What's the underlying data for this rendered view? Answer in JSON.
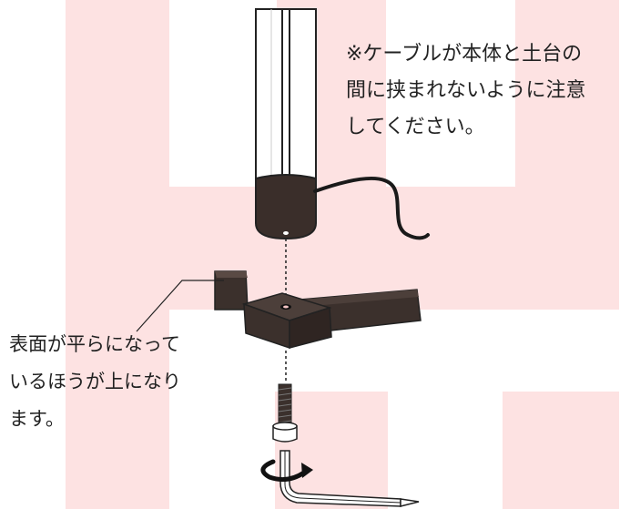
{
  "notes": {
    "cable_note": {
      "lines": [
        "※ケーブルが本体と土台の",
        "間に挟まれないように注意",
        "してください。"
      ]
    },
    "orientation_note": {
      "lines": [
        "表面が平らになって",
        "いるほうが上になり",
        "ます。"
      ]
    }
  },
  "colors": {
    "background_pattern": "#fde2e2",
    "pole": "#3a2e2a",
    "pole_sleeve": "#4a3833",
    "base": "#3b302c",
    "base_top": "#4c3f3a",
    "outline": "#222222",
    "text": "#222222"
  },
  "icons": {
    "rotation": "rotate-arrow-icon"
  }
}
